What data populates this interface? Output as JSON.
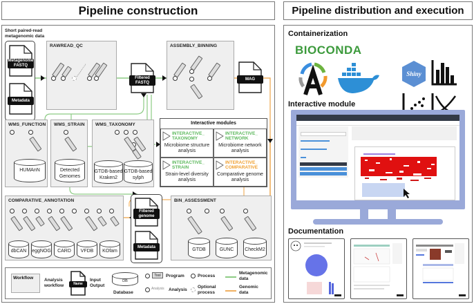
{
  "left": {
    "title": "Pipeline construction",
    "input_group_label": "Short paired-read metagenomic data",
    "input_docs": [
      "Metagenome FASTQ",
      "Metadata"
    ],
    "workflows": {
      "rawread_qc": "RAWREAD_QC",
      "assembly_binning": "ASSEMBLY_BINNING",
      "wms_function": "WMS_FUNCTION",
      "wms_strain": "WMS_STRAIN",
      "wms_taxonomy": "WMS_TAXONOMY",
      "comparative_annotation": "COMPARATIVE_ANNOTATION",
      "bin_assessment": "BIN_ASSESSMENT"
    },
    "intermediate_docs": {
      "filtered_fastq": "Filtered FASTQ",
      "mag": "MAG",
      "filtered_genome": "Filtered genome",
      "metadata2": "Metadata"
    },
    "databases": {
      "wms_function": [
        "HUMAnN"
      ],
      "wms_strain": [
        "Detected Genomes"
      ],
      "wms_taxonomy": [
        "GTDB-based Kraken2",
        "GTDB-based sylph"
      ],
      "comparative_annotation": [
        "dbCAN",
        "eggNOG",
        "CARD",
        "VFDB",
        "KOfam"
      ],
      "bin_assessment": [
        "GTDB",
        "GUNC",
        "CheckM2"
      ]
    },
    "interactive_modules": {
      "header": "Interactive modules",
      "modules": [
        {
          "name": "INTERACTIVE_ TAXONOMY",
          "desc": "Microbiome structure analysis",
          "color": "#5cb85c"
        },
        {
          "name": "INTERACTIVE_ NETWORK",
          "desc": "Microbiome network analysis",
          "color": "#5cb85c"
        },
        {
          "name": "INTERACTIVE_ STRAIN",
          "desc": "Strain-level diversity analysis",
          "color": "#5cb85c"
        },
        {
          "name": "INTERACTIVE_ COMPARATIVE",
          "desc": "Comparative genome analysis",
          "color": "#f0a030"
        }
      ]
    },
    "legend": {
      "workflow_box": "Workflow",
      "workflow_label": "Analysis workflow",
      "io_box": "Name",
      "io_label": "Input Output",
      "db_box": "DB",
      "db_label": "Database",
      "tool_box": "Tool",
      "tool_label": "Program",
      "analysis_box": "Analysis",
      "analysis_label": "Analysis",
      "process_label": "Process",
      "optional_label": "Optional process",
      "meta_label": "Metagenomic data",
      "genomic_label": "Genomic data"
    },
    "colors": {
      "metagenomic": "#8ccb84",
      "genomic": "#f0b060"
    }
  },
  "right": {
    "title": "Pipeline distribution and execution",
    "containerization": {
      "heading": "Containerization",
      "bioconda": "BIOCONDA",
      "shiny": "Shiny"
    },
    "interactive": {
      "heading": "Interactive module"
    },
    "documentation": {
      "heading": "Documentation"
    }
  }
}
